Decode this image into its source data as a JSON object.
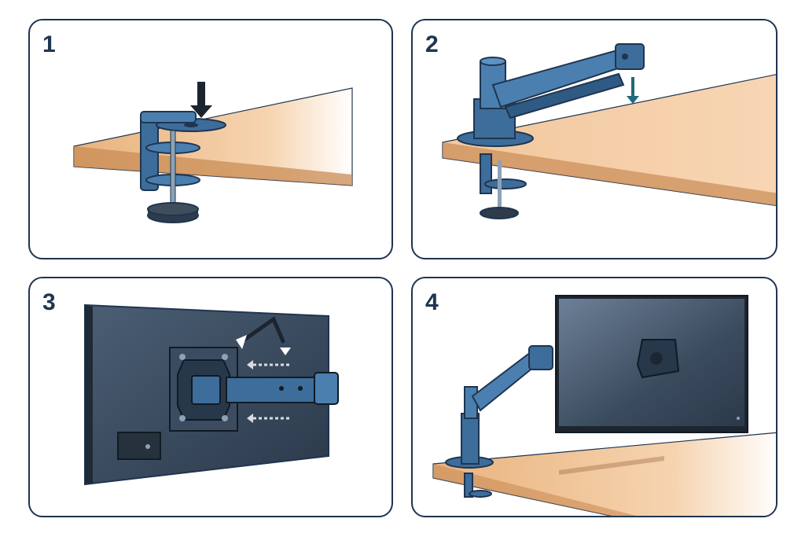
{
  "steps": [
    {
      "number": "1"
    },
    {
      "number": "2"
    },
    {
      "number": "3"
    },
    {
      "number": "4"
    }
  ],
  "colors": {
    "outline": "#1f3550",
    "arm_blue": "#3d6d9a",
    "arm_dark": "#23486b",
    "desk_top": "#f1c79d",
    "desk_edge": "#c98c55",
    "monitor_dark": "#2e3b4b",
    "monitor_light": "#5a6e85",
    "arrow": "#1c2430",
    "arrow_teal": "#1f6a7a"
  },
  "icons": [
    "down-arrow-icon",
    "hex-key-icon",
    "screw-icon"
  ]
}
